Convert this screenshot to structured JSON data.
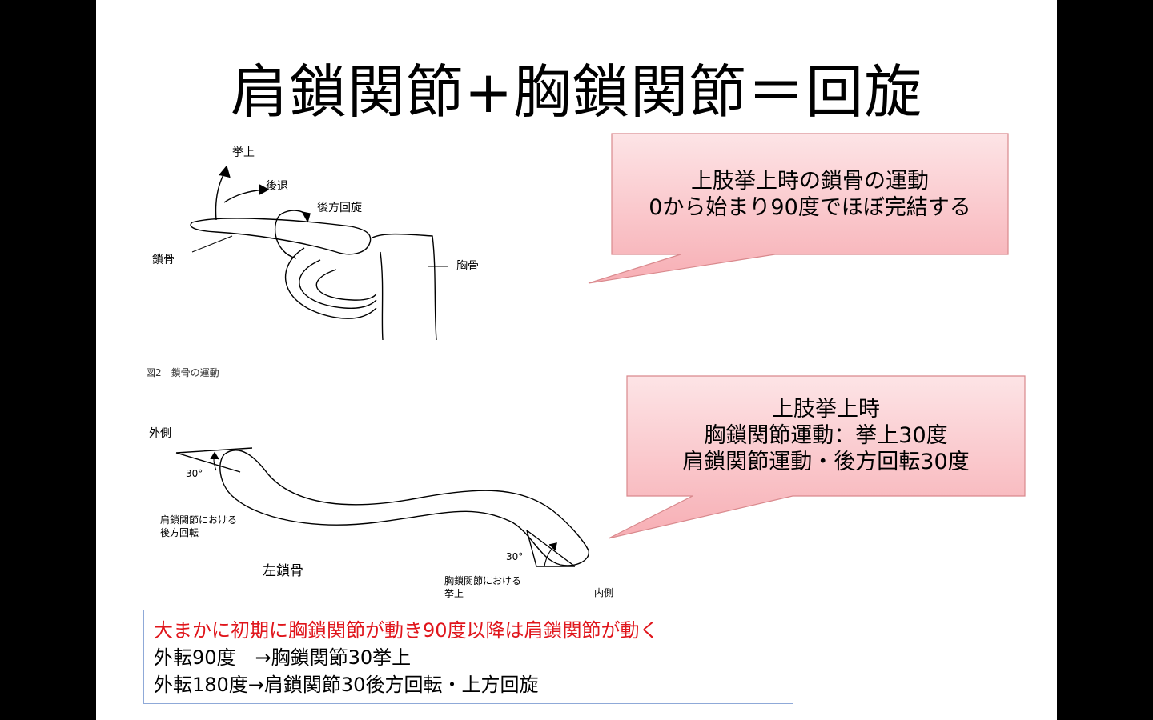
{
  "slide": {
    "title": "肩鎖関節+胸鎖関節＝回旋"
  },
  "callout_top": {
    "lines": [
      "上肢挙上時の鎖骨の運動",
      "0から始まり90度でほぼ完結する"
    ]
  },
  "callout_bottom": {
    "lines": [
      "上肢挙上時",
      "胸鎖関節運動：挙上30度",
      "肩鎖関節運動・後方回転30度"
    ]
  },
  "figure_top": {
    "labels": {
      "elevation": "挙上",
      "retraction": "後退",
      "posterior_rotation": "後方回旋",
      "clavicle": "鎖骨",
      "sternum": "胸骨"
    },
    "caption": "図2　鎖骨の運動"
  },
  "figure_bottom": {
    "labels": {
      "lateral": "外側",
      "angle_lateral": "30°",
      "ac_rotation_line1": "肩鎖関節における",
      "ac_rotation_line2": "後方回転",
      "left_clavicle": "左鎖骨",
      "angle_medial": "30°",
      "sc_elevation_line1": "胸鎖関節における",
      "sc_elevation_line2": "挙上",
      "medial": "内側"
    }
  },
  "summary": {
    "line1": "大まかに初期に胸鎖関節が動き90度以降は肩鎖関節が動く",
    "line2": "外転90度　→胸鎖関節30挙上",
    "line3": "外転180度→肩鎖関節30後方回転・上方回旋"
  },
  "colors": {
    "callout_fill_top": "#fde1e3",
    "callout_fill_bottom": "#f9b3b8",
    "callout_border": "#d9898d",
    "summary_highlight": "#e0151b",
    "summary_border": "#8fa9d8"
  }
}
